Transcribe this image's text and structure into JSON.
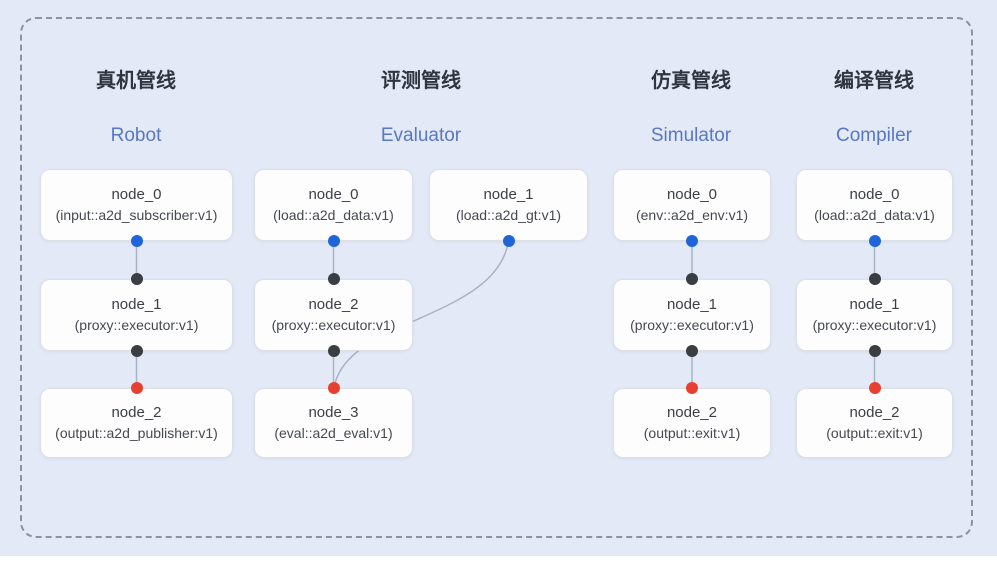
{
  "diagram": {
    "kind": "pipeline-dag-diagram",
    "colors": {
      "panel_background": "#e3e9f7",
      "dashed_border": "#8d929d",
      "title_cn": "#30363f",
      "title_en": "#5878c2",
      "node_background": "#fdfdfe",
      "node_border": "#dcdfe6",
      "edge_line": "#aab3c2",
      "port_output_blue": "#2065d8",
      "port_input_dark": "#3a3d42",
      "port_final_red": "#e8402f"
    },
    "pipelines": [
      {
        "title_cn": "真机管线",
        "title_en": "Robot",
        "nodes": [
          {
            "id": "node_0",
            "type": "(input::a2d_subscriber:v1)"
          },
          {
            "id": "node_1",
            "type": "(proxy::executor:v1)"
          },
          {
            "id": "node_2",
            "type": "(output::a2d_publisher:v1)"
          }
        ]
      },
      {
        "title_cn": "评测管线",
        "title_en": "Evaluator",
        "nodes": [
          {
            "id": "node_0",
            "type": "(load::a2d_data:v1)"
          },
          {
            "id": "node_1",
            "type": "(load::a2d_gt:v1)"
          },
          {
            "id": "node_2",
            "type": "(proxy::executor:v1)"
          },
          {
            "id": "node_3",
            "type": "(eval::a2d_eval:v1)"
          }
        ]
      },
      {
        "title_cn": "仿真管线",
        "title_en": "Simulator",
        "nodes": [
          {
            "id": "node_0",
            "type": "(env::a2d_env:v1)"
          },
          {
            "id": "node_1",
            "type": "(proxy::executor:v1)"
          },
          {
            "id": "node_2",
            "type": "(output::exit:v1)"
          }
        ]
      },
      {
        "title_cn": "编译管线",
        "title_en": "Compiler",
        "nodes": [
          {
            "id": "node_0",
            "type": "(load::a2d_data:v1)"
          },
          {
            "id": "node_1",
            "type": "(proxy::executor:v1)"
          },
          {
            "id": "node_2",
            "type": "(output::exit:v1)"
          }
        ]
      }
    ]
  }
}
